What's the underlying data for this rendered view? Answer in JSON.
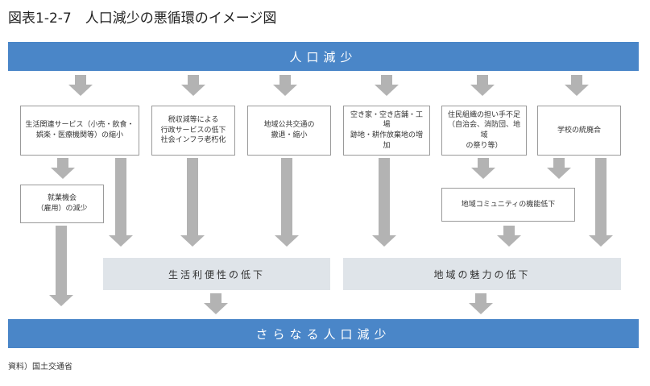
{
  "title": "図表1-2-7　人口減少の悪循環のイメージ図",
  "top_band": "人口減少",
  "bottom_band": "さらなる人口減少",
  "boxes": {
    "b1": "生活関連サービス（小売・飲食・\n娯楽・医療機関等）の縮小",
    "b2": "税収減等による\n行政サービスの低下\n社会インフラ老朽化",
    "b3": "地域公共交通の\n撤退・縮小",
    "b4": "空き家・空き店舗・工場\n跡地・耕作放棄地の増\n加",
    "b5": "住民組織の担い手不足\n（自治会、消防団、地域\nの祭り等）",
    "b6": "学校の統廃合",
    "b7": "就業機会\n（雇用）の減少",
    "b8": "地域コミュニティの機能低下"
  },
  "gray": {
    "left": "生活利便性の低下",
    "right": "地域の魅力の低下"
  },
  "source": "資料）国土交通省",
  "colors": {
    "band": "#4a86c8",
    "arrow": "#b3b3b3",
    "gray_band": "#dfe4e9",
    "box_border": "#9a9a9a"
  }
}
